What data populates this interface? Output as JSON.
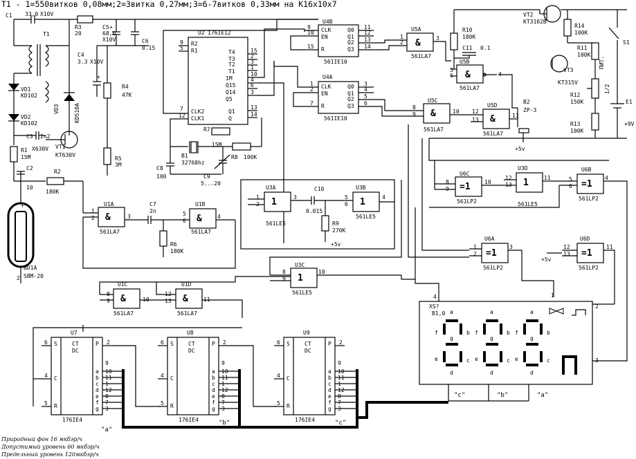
{
  "title": "T1 - 1=550витков 0,08мм;2=3витка 0,27мм;3=6-7витков 0,33мм на K16x10x7",
  "notes": [
    "Природный фон 16 мкбэр/ч",
    "Допустимый уровень 60 мкбэр/ч",
    "Предельный уровень 120мкбэр/ч"
  ],
  "components": {
    "c1": "C1",
    "c1_val": "33,0",
    "c1_v": "X10V",
    "t1": "T1",
    "r3": "R3",
    "r3_val": "20",
    "c5": "C5",
    "c5_val": "68,0",
    "c5_v": "X10V",
    "c6": "C6",
    "c6_val": "0.15",
    "c4": "C4",
    "c4_val": "3.3",
    "c4_v": "X10V",
    "r4": "R4",
    "r4_val": "47K",
    "vd1": "VD1",
    "vd1_val": "KD102",
    "vd2": "VD2",
    "vd2_val": "KD102",
    "vd3": "VD3",
    "vd3_val": "KD510A",
    "c3": "C3",
    "c3_val": "2n2",
    "c3_v": "X630V",
    "vt1": "VT1",
    "vt1_val": "KT630V",
    "r1": "R1",
    "r1_val": "15M",
    "r5": "R5",
    "r5_val": "3M",
    "c2": "C2",
    "c2_val": "10",
    "r2": "R2",
    "r2_val": "180K",
    "bd1": "BD1A",
    "bd1_val": "SBM-20",
    "u2": "U2",
    "u2_val": "176IE12",
    "r7": "R7",
    "r7_val": "15M",
    "b1": "B1",
    "b1_val": "32768hz",
    "r8": "R8",
    "r8_val": "100K",
    "c8": "C8",
    "c8_val": "100",
    "c9": "C9",
    "c9_val": "5...20",
    "u4b": "U4B",
    "u4b_val": "561IE10",
    "u4a": "U4A",
    "u4a_val": "561IE10",
    "u5a": "U5A",
    "u5a_val": "561LA7",
    "r10": "R10",
    "r10_val": "180K",
    "c11": "C11",
    "c11_val": "0.1",
    "u5b": "U5B",
    "u5b_val": "561LA7",
    "vt2": "VT2",
    "vt2_val": "KT3102B",
    "vt3": "VT3",
    "vt3_val": "KT315V",
    "r14": "R14",
    "r14_val": "100K",
    "r11": "R11",
    "r11_val": "100K",
    "r12": "R12",
    "r12_val": "150K",
    "r13": "R13",
    "r13_val": "100K",
    "s1": "S1",
    "e1": "E1",
    "e1_val": "+9V",
    "pit": "ПИТ.",
    "half": "1/2",
    "u5c": "U5C",
    "u5c_val": "561LA7",
    "u5d": "U5D",
    "u5d_val": "561LA7",
    "b2": "B2",
    "b2_val": "ZP-3",
    "u1a": "U1A",
    "u1a_val": "561LA7",
    "c7": "C7",
    "c7_val": "2n",
    "u1b": "U1B",
    "u1b_val": "561LA7",
    "r6": "R6",
    "r6_val": "180K",
    "u3a": "U3A",
    "u3a_val": "561LE5",
    "c10": "C10",
    "c10_val": "0.015",
    "u3b": "U3B",
    "u3b_val": "561LE5",
    "r9": "R9",
    "r9_val": "270K",
    "u3c": "U3C",
    "u3c_val": "561LE5",
    "u1c": "U1C",
    "u1c_val": "561LA7",
    "u1d": "U1D",
    "u1d_val": "561LA7",
    "u6c": "U6C",
    "u6c_val": "561LP2",
    "u3d": "U3D",
    "u3d_val": "561LE5",
    "u6b": "U6B",
    "u6b_val": "561LP2",
    "u6a": "U6A",
    "u6a_val": "561LP2",
    "u6d": "U6D",
    "u6d_val": "561LP2",
    "u7": "U7",
    "u8": "U8",
    "u9": "U9",
    "ie4": "176IE4",
    "xs": "XS?",
    "xs_val": "B1,0",
    "plus5v": "+5v"
  },
  "digit_labels": [
    "\"a\"",
    "\"b\"",
    "\"c\""
  ],
  "display_labels": [
    "\"c\"",
    "\"b\"",
    "\"a\""
  ]
}
